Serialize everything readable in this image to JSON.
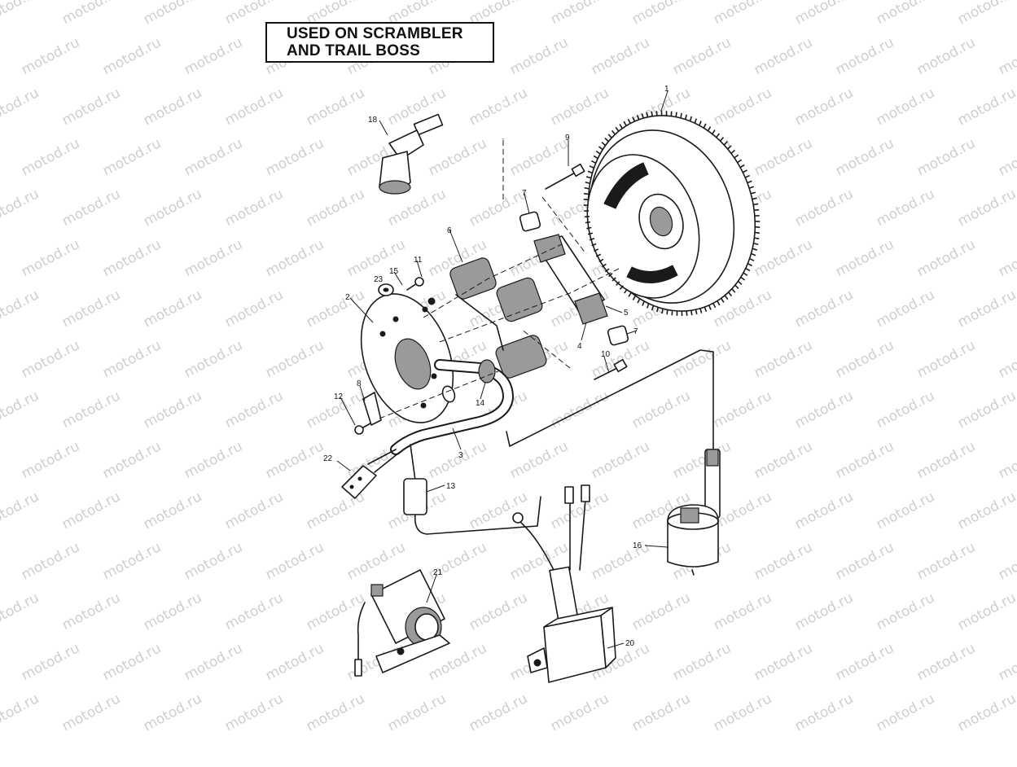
{
  "header": {
    "line1": "USED ON SCRAMBLER",
    "line2": "AND TRAIL BOSS"
  },
  "watermark": {
    "text": "motod.ru"
  },
  "parts": [
    {
      "id": "flywheel",
      "number": "1"
    },
    {
      "id": "stator-plate",
      "number": "2"
    },
    {
      "id": "harness",
      "number": "3"
    },
    {
      "id": "pulser-coil",
      "number": "4"
    },
    {
      "id": "clip",
      "number": "5"
    },
    {
      "id": "charge-coil",
      "number": "6"
    },
    {
      "id": "spacer-upper",
      "number": "7"
    },
    {
      "id": "spacer-lower",
      "number": "7"
    },
    {
      "id": "clamp",
      "number": "8"
    },
    {
      "id": "screw-upper",
      "number": "9"
    },
    {
      "id": "screw-lower",
      "number": "10"
    },
    {
      "id": "screw-small",
      "number": "11"
    },
    {
      "id": "screw-clamp",
      "number": "12"
    },
    {
      "id": "connector-13",
      "number": "13"
    },
    {
      "id": "grommet",
      "number": "14"
    },
    {
      "id": "screw-15",
      "number": "15"
    },
    {
      "id": "ignition-coil",
      "number": "16"
    },
    {
      "id": "spark-plug-cap",
      "number": "18"
    },
    {
      "id": "cdi-box",
      "number": "20"
    },
    {
      "id": "relay",
      "number": "21"
    },
    {
      "id": "connector-22",
      "number": "22"
    },
    {
      "id": "washer",
      "number": "23"
    }
  ]
}
